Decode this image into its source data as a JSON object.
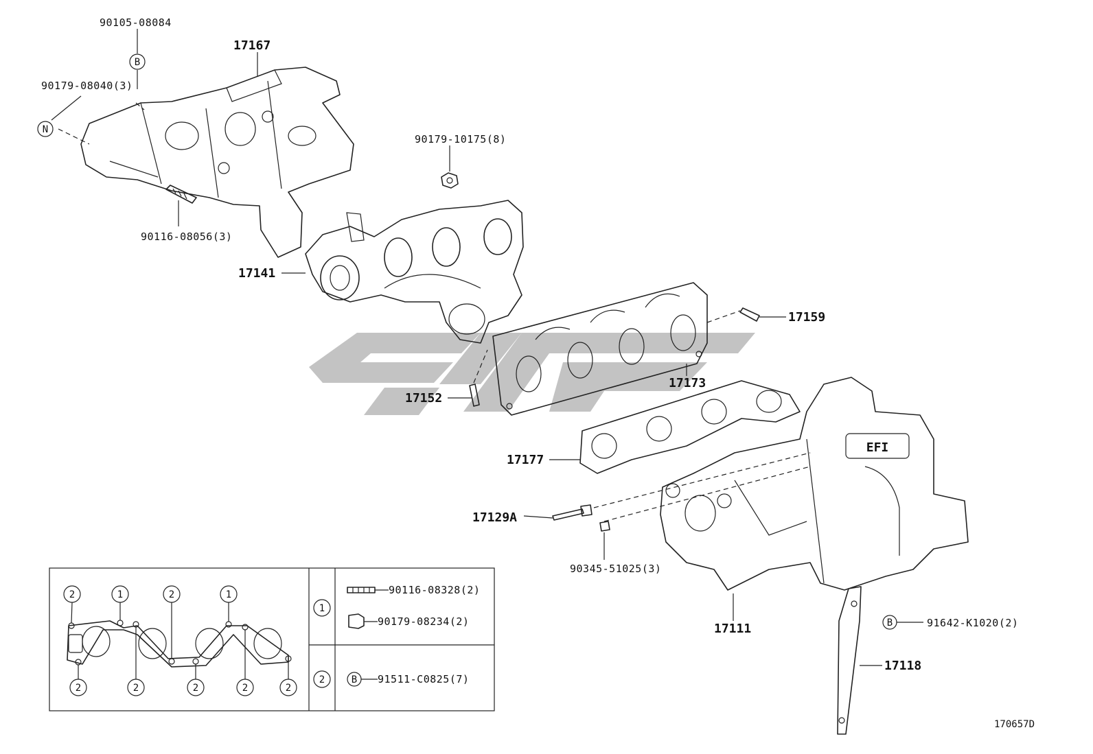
{
  "watermark": {
    "color": "#b8b8b8"
  },
  "labels": {
    "p90105": "90105-08084",
    "p17167": "17167",
    "p90179_08040": "90179-08040(3)",
    "p90179_10175": "90179-10175(8)",
    "p90116_08056": "90116-08056(3)",
    "p17141": "17141",
    "p17159": "17159",
    "p17173": "17173",
    "p17152": "17152",
    "p17177": "17177",
    "p17129A": "17129A",
    "p90345": "90345-51025(3)",
    "p17111": "17111",
    "p91642": "91642-K1020(2)",
    "p17118": "17118",
    "ref": "170657D"
  },
  "markers": {
    "B": "B",
    "N": "N",
    "efi": "EFI"
  },
  "inset": {
    "circles_top": [
      "2",
      "1",
      "2",
      "1"
    ],
    "circles_bottom": [
      "2",
      "2",
      "2",
      "2",
      "2"
    ],
    "row1_key": "1",
    "row1_part1": "90116-08328(2)",
    "row1_part2": "90179-08234(2)",
    "row2_key": "2",
    "row2_marker": "B",
    "row2_part": "91511-C0825(7)"
  }
}
